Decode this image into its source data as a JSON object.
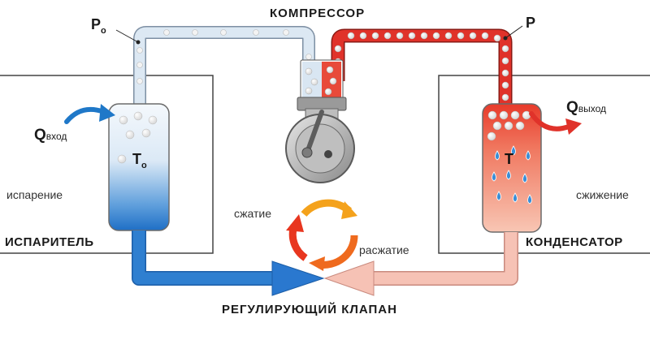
{
  "labels": {
    "compressor": "КОМПРЕССОР",
    "valve": "РЕГУЛИРУЮЩИЙ КЛАПАН",
    "evaporator": "ИСПАРИТЕЛЬ",
    "condenser": "КОНДЕНСАТОР",
    "evaporation": "испарение",
    "condensation": "сжижение",
    "compression": "сжатие",
    "expansion": "расжатие",
    "q_in_main": "Q",
    "q_in_sub": "вход",
    "q_out_main": "Q",
    "q_out_sub": "выход",
    "p0_main": "P",
    "p0_sub": "o",
    "p_label": "P",
    "t0_main": "T",
    "t0_sub": "o",
    "t_label": "T"
  },
  "colors": {
    "cold_blue": "#2f7fd0",
    "hot_red": "#e0322a",
    "pale_pink": "#f6c2b5",
    "cycle_orange": "#f4a21c",
    "cycle_red": "#e8361f",
    "box_line": "#444444"
  }
}
